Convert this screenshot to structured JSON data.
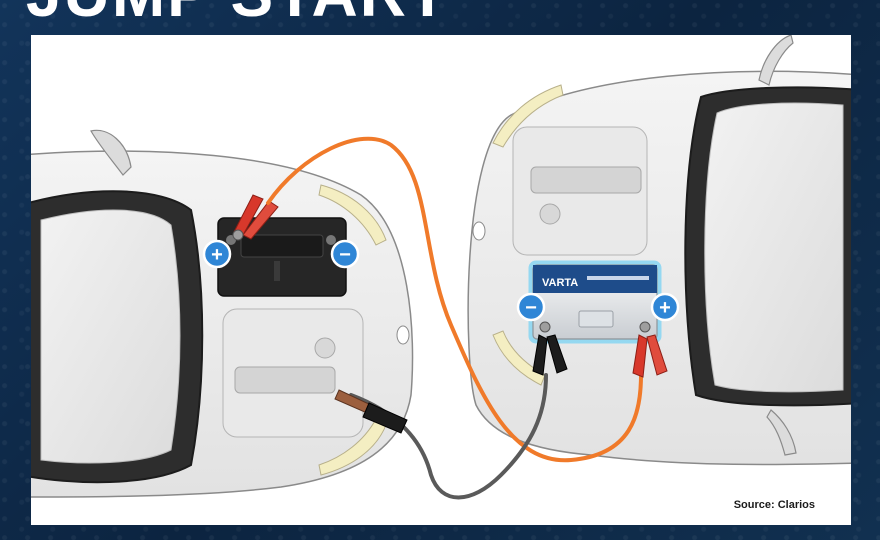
{
  "headline": "JUMP START",
  "source": "Source: Clarios",
  "battery_brand": "VARTA",
  "terminal_plus": "+",
  "terminal_minus": "−",
  "colors": {
    "cable_red": "#f07a2a",
    "cable_black": "#5a5a5a",
    "clamp_red": "#d8382b",
    "clamp_black": "#1c1c1c",
    "terminal_badge": "#2f86d6",
    "background": "#0f2a46"
  }
}
